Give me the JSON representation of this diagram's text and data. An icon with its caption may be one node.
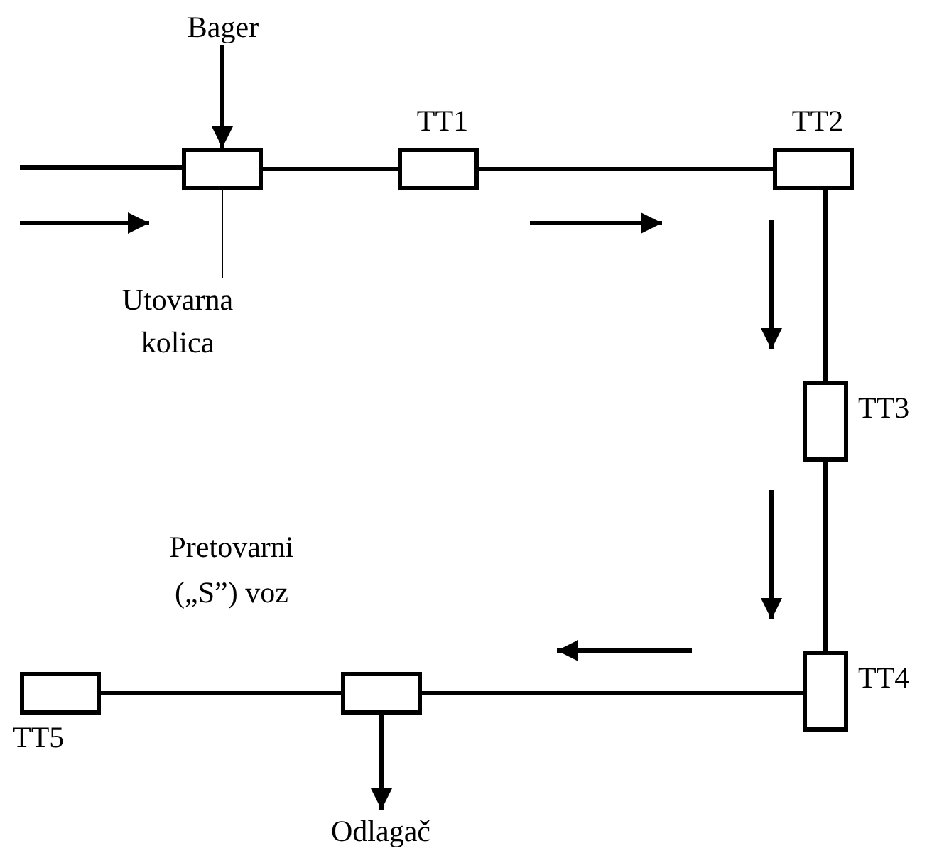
{
  "diagram": {
    "nodes": [
      {
        "text": [
          "Bager"
        ]
      },
      {
        "text": [],
        "shape": "box"
      },
      {
        "text": [
          "Utovarna kolica"
        ]
      },
      {
        "text": [
          "TT1"
        ]
      },
      {
        "text": [
          "TT2"
        ]
      },
      {
        "text": [
          "TT3"
        ]
      },
      {
        "text": [
          "TT4"
        ]
      },
      {
        "text": [
          "Pretovarni („S”) voz"
        ]
      },
      {
        "text": [
          "TT5"
        ]
      },
      {
        "text": [
          "Odlagač"
        ]
      }
    ],
    "edges": [
      {
        "from": null,
        "to": 1,
        "arrow": "none"
      },
      {
        "from": 0,
        "to": 1,
        "arrow": "to"
      },
      {
        "from": 2,
        "to": 1,
        "arrow": "none"
      },
      {
        "from": 1,
        "to": 3,
        "arrow": "none"
      },
      {
        "from": 3,
        "to": 4,
        "arrow": "none"
      },
      {
        "from": 4,
        "to": 5,
        "arrow": "none"
      },
      {
        "from": 5,
        "to": 6,
        "arrow": "none"
      },
      {
        "from": 6,
        "to": 7,
        "arrow": "none"
      },
      {
        "from": 7,
        "to": 8,
        "arrow": "none"
      },
      {
        "from": 7,
        "to": 9,
        "arrow": "to"
      }
    ]
  }
}
